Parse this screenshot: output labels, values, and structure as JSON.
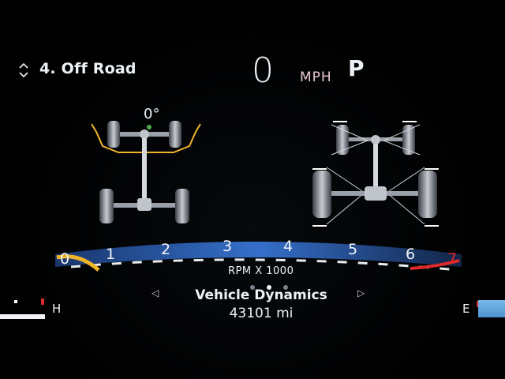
{
  "drive_mode": {
    "label": "4. Off Road",
    "icon": "up-down-arrows-icon"
  },
  "speed": {
    "value": "0",
    "unit": "MPH"
  },
  "gear": "P",
  "terrain": {
    "steering_angle": "0°"
  },
  "tachometer": {
    "label": "RPM X 1000",
    "ticks": [
      "0",
      "1",
      "2",
      "3",
      "4",
      "5",
      "6",
      "7"
    ],
    "redline_color": "#e02a2a",
    "accent_color": "#f0b429",
    "arc_color": "#2f6fd6"
  },
  "page_selector": {
    "title": "Vehicle Dynamics",
    "page_count": 3,
    "active_page": 2
  },
  "odometer": "43101 mi",
  "gauges": {
    "temperature": {
      "label": "H",
      "icon": "coolant-temp-icon"
    },
    "fuel": {
      "label": "E",
      "icon": "fuel-icon"
    }
  }
}
